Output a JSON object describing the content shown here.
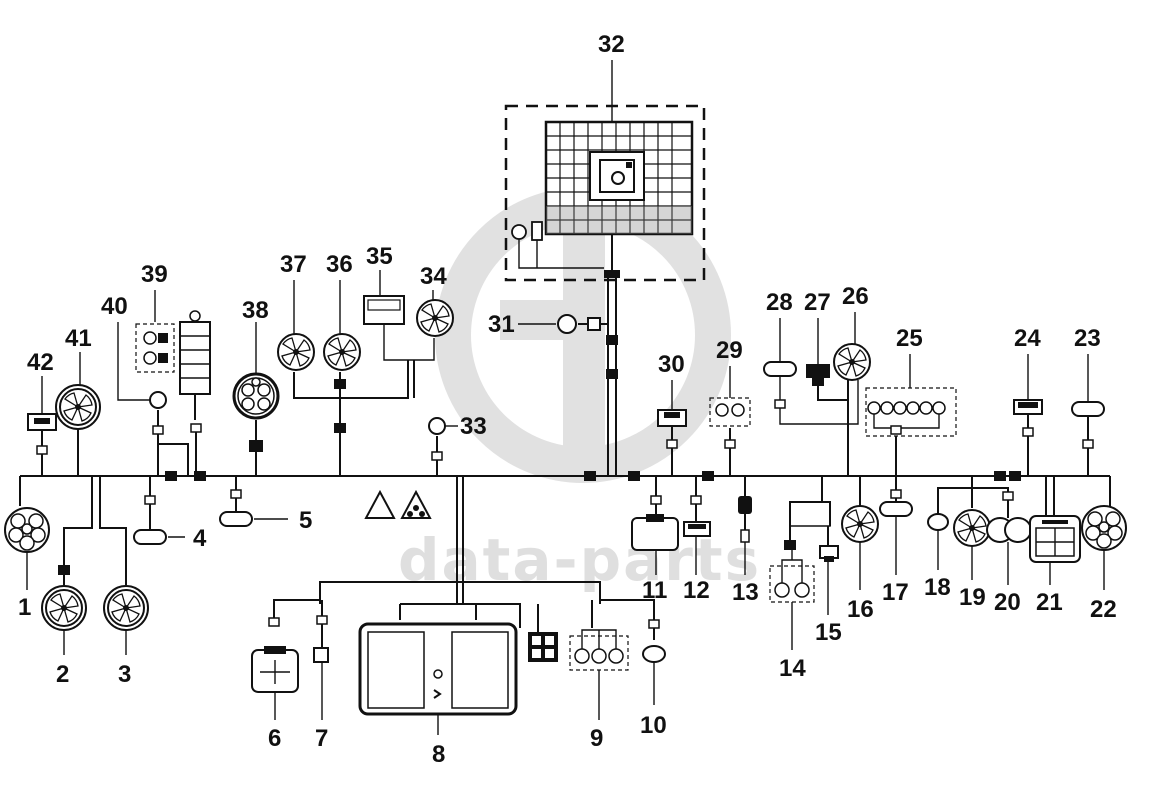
{
  "watermark": {
    "text": "data-parts"
  },
  "callouts": [
    "1",
    "2",
    "3",
    "4",
    "5",
    "6",
    "7",
    "8",
    "9",
    "10",
    "11",
    "12",
    "13",
    "14",
    "15",
    "16",
    "17",
    "18",
    "19",
    "20",
    "21",
    "22",
    "23",
    "24",
    "25",
    "26",
    "27",
    "28",
    "29",
    "30",
    "31",
    "32",
    "33",
    "34",
    "35",
    "36",
    "37",
    "38",
    "39",
    "40",
    "41",
    "42"
  ],
  "colors": {
    "line": "#111111",
    "watermark": "#d9d9d9"
  }
}
